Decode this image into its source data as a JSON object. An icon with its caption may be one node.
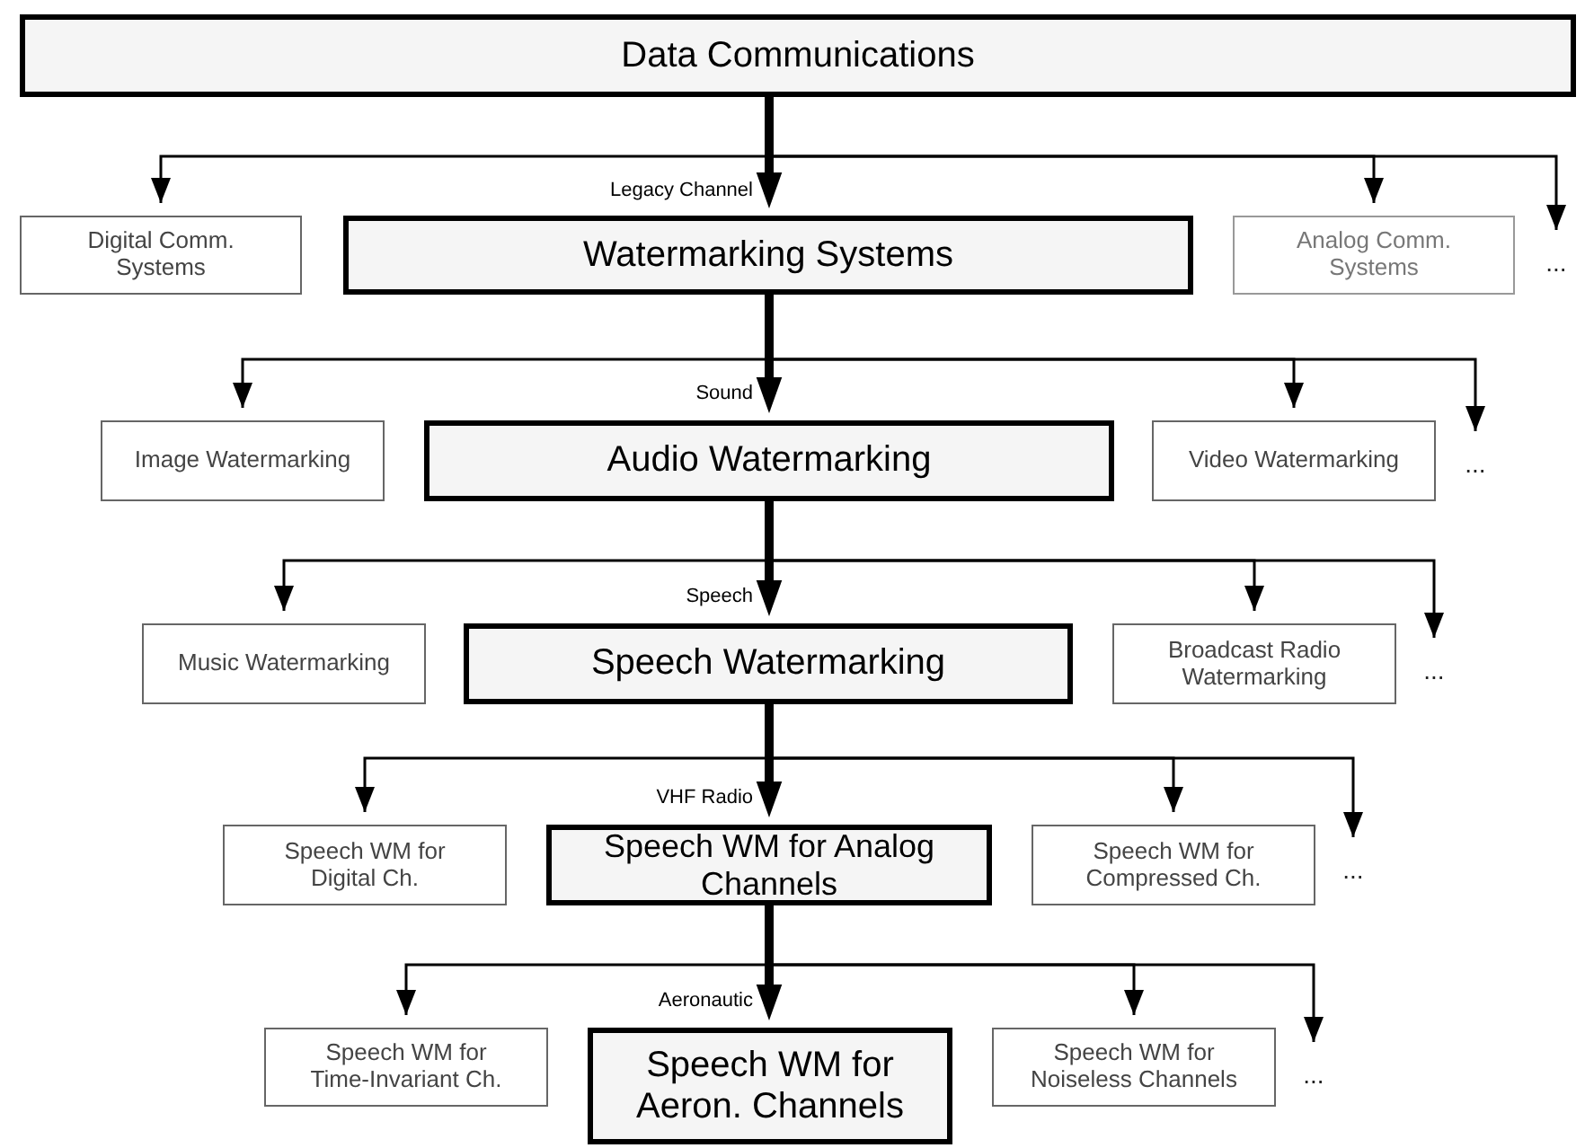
{
  "diagram": {
    "nodes": [
      {
        "text": [
          "Data Communications"
        ]
      },
      {
        "text": [
          "Digital Comm. Systems"
        ]
      },
      {
        "text": [
          "Watermarking Systems"
        ]
      },
      {
        "text": [
          "Analog Comm. Systems"
        ]
      },
      {
        "text": [
          "..."
        ]
      },
      {
        "text": [
          "Image Watermarking"
        ]
      },
      {
        "text": [
          "Audio Watermarking"
        ]
      },
      {
        "text": [
          "Video Watermarking"
        ]
      },
      {
        "text": [
          "..."
        ]
      },
      {
        "text": [
          "Music Watermarking"
        ]
      },
      {
        "text": [
          "Speech Watermarking"
        ]
      },
      {
        "text": [
          "Broadcast Radio Watermarking"
        ]
      },
      {
        "text": [
          "..."
        ]
      },
      {
        "text": [
          "Speech WM for Digital Ch."
        ]
      },
      {
        "text": [
          "Speech WM for Analog Channels"
        ]
      },
      {
        "text": [
          "Speech WM for Compressed Ch."
        ]
      },
      {
        "text": [
          "..."
        ]
      },
      {
        "text": [
          "Speech WM for Time-Invariant Ch."
        ]
      },
      {
        "text": [
          "Speech WM for Aeron. Channels"
        ]
      },
      {
        "text": [
          "Speech WM for Noiseless Channels"
        ]
      },
      {
        "text": [
          "..."
        ]
      }
    ],
    "edges": [
      {
        "from": 0,
        "to": 1,
        "arrow": "to"
      },
      {
        "from": 0,
        "to": 3,
        "arrow": "to"
      },
      {
        "from": 0,
        "to": 4,
        "arrow": "to"
      },
      {
        "from": 0,
        "to": 2,
        "arrow": "to",
        "label": "Legacy Channel",
        "style": "thick"
      },
      {
        "from": 2,
        "to": 5,
        "arrow": "to"
      },
      {
        "from": 2,
        "to": 7,
        "arrow": "to"
      },
      {
        "from": 2,
        "to": 8,
        "arrow": "to"
      },
      {
        "from": 2,
        "to": 6,
        "arrow": "to",
        "label": "Sound",
        "style": "thick"
      },
      {
        "from": 6,
        "to": 9,
        "arrow": "to"
      },
      {
        "from": 6,
        "to": 11,
        "arrow": "to"
      },
      {
        "from": 6,
        "to": 12,
        "arrow": "to"
      },
      {
        "from": 6,
        "to": 10,
        "arrow": "to",
        "label": "Speech",
        "style": "thick"
      },
      {
        "from": 10,
        "to": 13,
        "arrow": "to"
      },
      {
        "from": 10,
        "to": 15,
        "arrow": "to"
      },
      {
        "from": 10,
        "to": 16,
        "arrow": "to"
      },
      {
        "from": 10,
        "to": 14,
        "arrow": "to",
        "label": "VHF Radio",
        "style": "thick"
      },
      {
        "from": 14,
        "to": 17,
        "arrow": "to"
      },
      {
        "from": 14,
        "to": 19,
        "arrow": "to"
      },
      {
        "from": 14,
        "to": 20,
        "arrow": "to"
      },
      {
        "from": 14,
        "to": 18,
        "arrow": "to",
        "label": "Aeronautic",
        "style": "thick"
      }
    ]
  }
}
